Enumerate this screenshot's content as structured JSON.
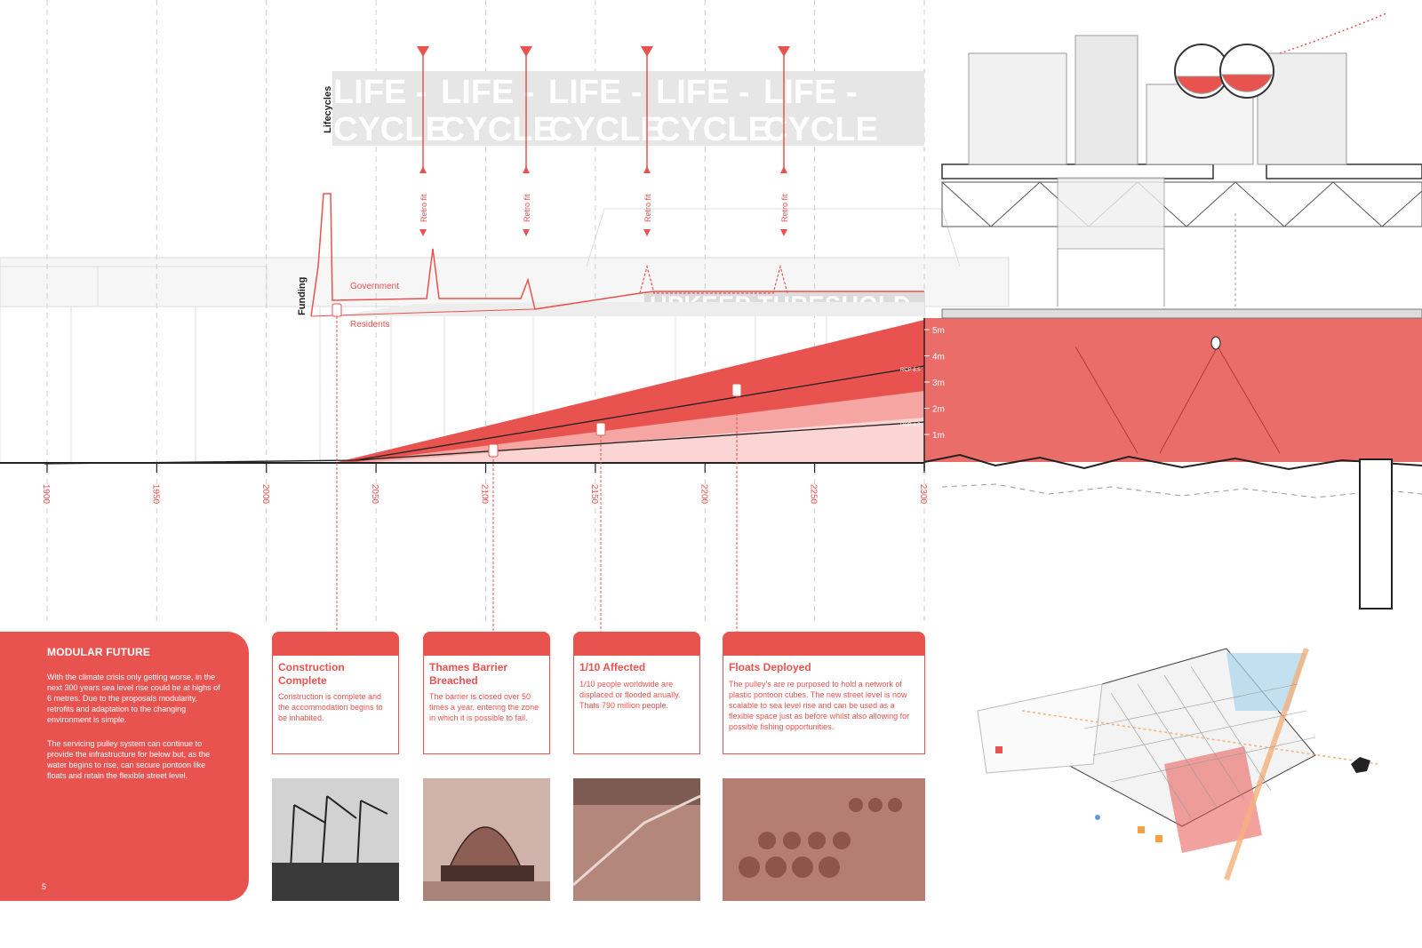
{
  "diagram": {
    "lifecycle_axis_label": "Lifecycles",
    "funding_axis_label": "Funding",
    "lifecycle_words": [
      "LIFE -",
      "CYCLE"
    ],
    "lifecycle_marker_label": "Retro fit",
    "funding_lines": [
      "Government",
      "Residents"
    ],
    "threshold_label": "UPKEEP THRESHOLD",
    "years": [
      "1900",
      "1950",
      "2000",
      "2050",
      "2100",
      "2150",
      "2200",
      "2250",
      "2300"
    ],
    "depth_labels": [
      "5m",
      "4m",
      "3m",
      "2m",
      "1m"
    ],
    "scenario_labels": [
      "RCP 8.5",
      "RCP 4.5"
    ],
    "colors": {
      "accent": "#e8534f",
      "light_red": "#f5a6a3",
      "pale_red": "#fad5d3",
      "ink": "#222222",
      "grey": "#bdbdbd"
    }
  },
  "intro": {
    "title": "MODULAR FUTURE",
    "paragraph_1": "With the climate crisis only getting worse, in the next 300 years sea level rise could be at highs of 6 metres. Due to the proposals modularity, retrofits and adaptation to the changing environment is simple.",
    "paragraph_2": "The servicing pulley system can continue to provide the infrastructure for below but, as the water begins to rise, can secure pontoon like floats and retain the flexible street level.",
    "page_number": "5"
  },
  "cards": [
    {
      "title": "Construction Complete",
      "body": "Construction is complete and the accommodation begins to be inhabited."
    },
    {
      "title": "Thames Barrier Breached",
      "body": "The barrier is closed over 50 times a year, entering the zone in which it is possible to fail."
    },
    {
      "title": "1/10 Affected",
      "body": "1/10 people worldwide are displaced or flooded anually. Thats 790 million people."
    },
    {
      "title": "Floats Deployed",
      "body": "The pulley's are re purposed to hold a network of plastic pontoon cubes. The new street level is now scalable to sea level rise and can be used as a flexible space just as before whilst also allowing for possible fishing opportunities."
    }
  ]
}
